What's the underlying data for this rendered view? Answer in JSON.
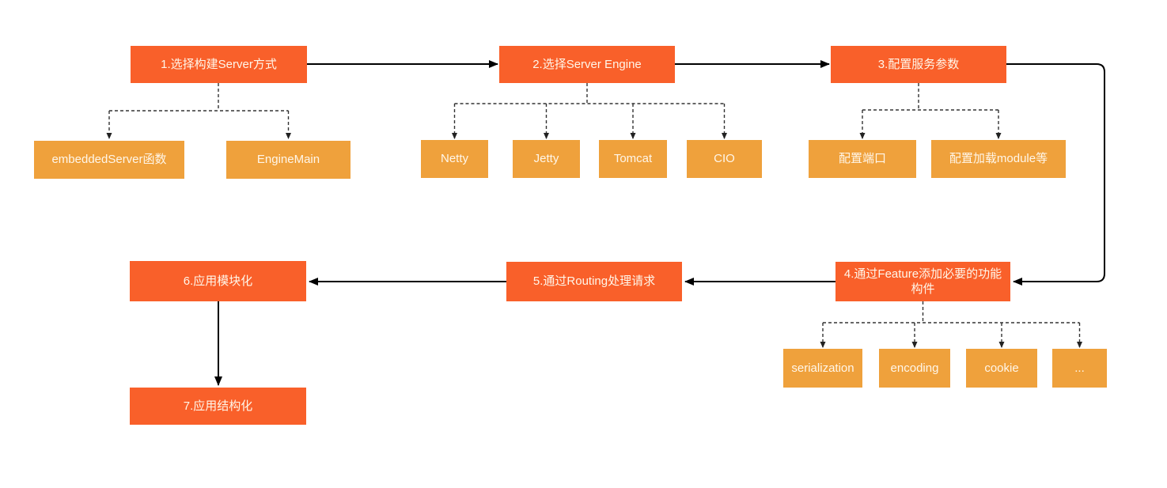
{
  "flowchart": {
    "description": "Ktor server setup flow diagram",
    "node_colors": {
      "primary": "#F9602A",
      "secondary": "#EFA13C",
      "label": "#FFF6E9",
      "connector": "#000000",
      "bg": "#ffffff"
    },
    "steps": [
      {
        "label": "1.选择构建Server方式",
        "children": [
          "embeddedServer函数",
          "EngineMain"
        ]
      },
      {
        "label": "2.选择Server Engine",
        "children": [
          "Netty",
          "Jetty",
          "Tomcat",
          "CIO"
        ]
      },
      {
        "label": "3.配置服务参数",
        "children": [
          "配置端口",
          "配置加载module等"
        ]
      },
      {
        "label": "4.通过Feature添加必要的功能构件",
        "children": [
          "serialization",
          "encoding",
          "cookie",
          "..."
        ]
      },
      {
        "label": "5.通过Routing处理请求",
        "children": []
      },
      {
        "label": "6.应用模块化",
        "children": []
      },
      {
        "label": "7.应用结构化",
        "children": []
      }
    ]
  }
}
